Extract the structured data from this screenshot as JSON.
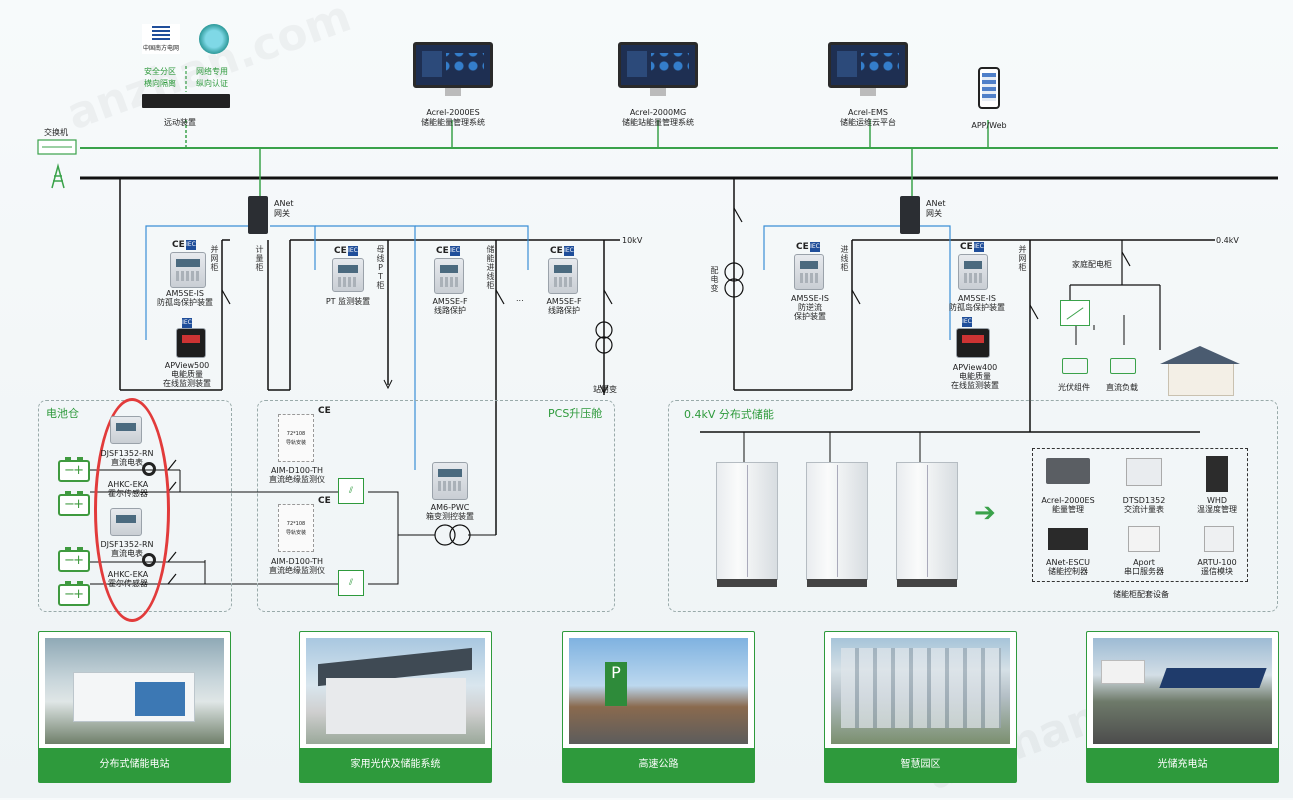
{
  "top": {
    "grid_logo_text": "中国南方电网",
    "zone_left": [
      "安全分区",
      "横向隔离"
    ],
    "zone_right": [
      "网络专用",
      "纵向认证"
    ],
    "remote_device": "远动装置",
    "switch": "交换机",
    "systems": [
      {
        "name": "Acrel-2000ES",
        "desc": "储能能量管理系统"
      },
      {
        "name": "Acrel-2000MG",
        "desc": "储能站能量管理系统"
      },
      {
        "name": "Acrel-EMS",
        "desc": "储能运维云平台"
      }
    ],
    "app": "APP/Web"
  },
  "left_section": {
    "gateway": [
      "ANet",
      "网关"
    ],
    "bus_voltage": "10kV",
    "panels": [
      {
        "vertical": "并网柜"
      },
      {
        "vertical": "计量柜"
      },
      {
        "vertical": "母线PT柜"
      },
      {
        "vertical": "储能进线柜"
      }
    ],
    "devices": [
      {
        "name": "AM5SE-IS",
        "desc": "防孤岛保护装置"
      },
      {
        "name": "APView500",
        "desc1": "电能质量",
        "desc2": "在线监测装置"
      },
      {
        "name": "PT 监测装置"
      },
      {
        "name": "AM5SE-F",
        "desc": "线路保护"
      },
      {
        "name": "AM5SE-F",
        "desc": "线路保护"
      }
    ],
    "ellipsis": "...",
    "station_transformer": "站用变"
  },
  "right_section": {
    "gateway": [
      "ANet",
      "网关"
    ],
    "bus_voltage": "0.4kV",
    "dist_transformer": "配电变",
    "panels": [
      {
        "vertical": "进线柜"
      },
      {
        "vertical": "并网柜"
      }
    ],
    "devices": [
      {
        "name": "AM5SE-IS",
        "desc1": "防逆流",
        "desc2": "保护装置"
      },
      {
        "name": "AM5SE-IS",
        "desc": "防孤岛保护装置"
      },
      {
        "name": "APView400",
        "desc1": "电能质量",
        "desc2": "在线监测装置"
      }
    ],
    "home_cabinet": "家庭配电柜",
    "pv": "光伏组件",
    "dc_load": "直流负载"
  },
  "battery_box": {
    "title": "电池仓",
    "items": [
      {
        "name": "DJSF1352-RN",
        "desc": "直流电表"
      },
      {
        "name": "AHKC-EKA",
        "desc": "霍尔传感器"
      },
      {
        "name": "DJSF1352-RN",
        "desc": "直流电表"
      },
      {
        "name": "AHKC-EKA",
        "desc": "霍尔传感器"
      }
    ],
    "plus": "+",
    "minus": "−"
  },
  "pcs_box": {
    "title": "PCS升压舱",
    "sensors": [
      {
        "name": "AIM-D100-TH",
        "desc": "直流绝缘监测仪",
        "tag1": "72*108",
        "tag2": "导轨安装"
      },
      {
        "name": "AIM-D100-TH",
        "desc": "直流绝缘监测仪",
        "tag1": "72*108",
        "tag2": "导轨安装"
      }
    ],
    "box_device": {
      "name": "AM6-PWC",
      "desc": "箱变测控装置"
    }
  },
  "storage_box": {
    "title": "0.4kV 分布式储能",
    "equipment": [
      {
        "name": "Acrel-2000ES",
        "desc": "能量管理"
      },
      {
        "name": "DTSD1352",
        "desc": "交流计量表"
      },
      {
        "name": "WHD",
        "desc": "温湿度管理"
      },
      {
        "name": "ANet-ESCU",
        "desc": "储能控制器"
      },
      {
        "name": "Aport",
        "desc": "串口服务器"
      },
      {
        "name": "ARTU-100",
        "desc": "遥信模块"
      }
    ],
    "footer": "储能柜配套设备"
  },
  "scenarios": [
    {
      "label": "分布式储能电站"
    },
    {
      "label": "家用光伏及储能系统"
    },
    {
      "label": "高速公路"
    },
    {
      "label": "智慧园区"
    },
    {
      "label": "光储充电站"
    }
  ],
  "colors": {
    "accent": "#2e9a3c",
    "highlight": "#e23b3b",
    "line_blue": "#3a8fd6"
  }
}
